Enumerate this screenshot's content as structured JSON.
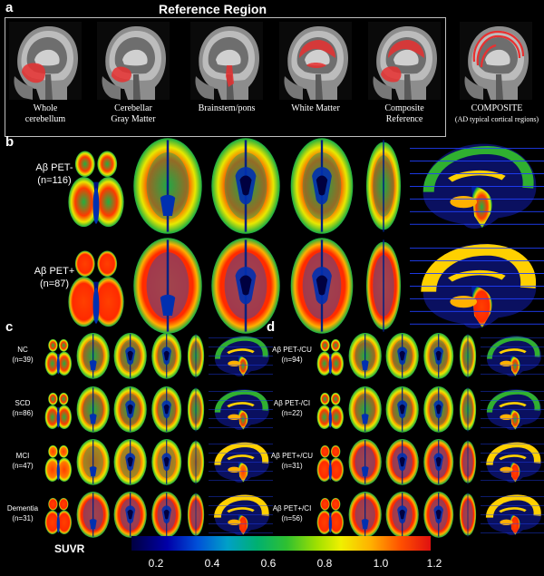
{
  "panel_a": {
    "letter": "a",
    "title": "Reference Region",
    "regions": [
      {
        "line1": "Whole",
        "line2": "cerebellum"
      },
      {
        "line1": "Cerebellar",
        "line2": "Gray Matter"
      },
      {
        "line1": "Brainstem/pons",
        "line2": ""
      },
      {
        "line1": "White Matter",
        "line2": ""
      },
      {
        "line1": "Composite",
        "line2": "Reference"
      }
    ],
    "composite": {
      "line1": "COMPOSITE",
      "line2": "(AD typical cortical regions)"
    }
  },
  "panel_b": {
    "letter": "b",
    "rows": [
      {
        "line1": "Aβ PET-",
        "line2": "(n=116)",
        "level": 0.35
      },
      {
        "line1": "Aβ PET+",
        "line2": "(n=87)",
        "level": 0.9
      }
    ]
  },
  "panel_c": {
    "letter": "c",
    "rows": [
      {
        "line1": "NC",
        "line2": "(n=39)",
        "level": 0.4
      },
      {
        "line1": "SCD",
        "line2": "(n=86)",
        "level": 0.5
      },
      {
        "line1": "MCI",
        "line2": "(n=47)",
        "level": 0.65
      },
      {
        "line1": "Dementia",
        "line2": "(n=31)",
        "level": 0.85
      }
    ]
  },
  "panel_d": {
    "letter": "d",
    "rows": [
      {
        "line1": "Aβ PET-/CU",
        "line2": "(n=94)",
        "level": 0.35
      },
      {
        "line1": "Aβ PET-/CI",
        "line2": "(n=22)",
        "level": 0.45
      },
      {
        "line1": "Aβ PET+/CU",
        "line2": "(n=31)",
        "level": 0.75
      },
      {
        "line1": "Aβ PET+/CI",
        "line2": "(n=56)",
        "level": 0.9
      }
    ]
  },
  "colorbar": {
    "label": "SUVR",
    "ticks": [
      "0.2",
      "0.4",
      "0.6",
      "0.8",
      "1.0",
      "1.2"
    ]
  },
  "colors": {
    "low": "#00008a",
    "mid": "#20b040",
    "high": "#ff3010",
    "overlay": "#e83030",
    "gridline": "#2040ff"
  }
}
